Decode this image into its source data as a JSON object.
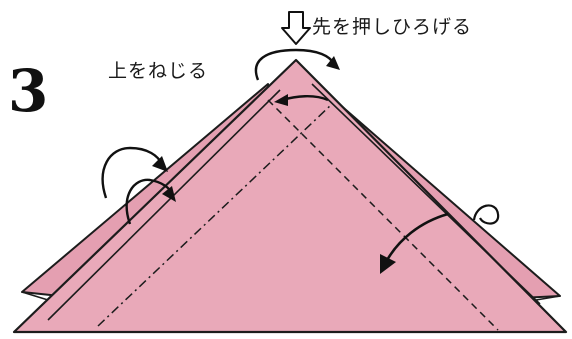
{
  "step_number": "3",
  "instructions": {
    "push_and_spread": "先を押しひろげる",
    "twist_top": "上をねじる"
  },
  "colors": {
    "paper": "#e9a9b9",
    "paper_back": "#e49fb1",
    "outline": "#1c1c1c",
    "arrow": "#111111",
    "background": "#ffffff"
  },
  "icons": {
    "push_arrow": "push-down-arrow-icon",
    "twist_arrow": "curved-twist-arrow-icon",
    "fold_arrow": "curved-fold-arrow-icon"
  }
}
